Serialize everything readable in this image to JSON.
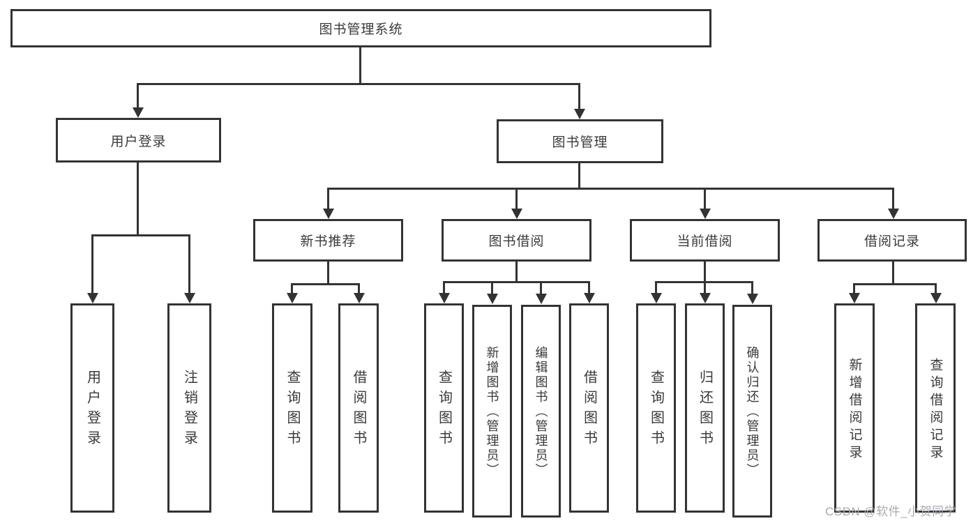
{
  "diagram": {
    "root": "图书管理系统",
    "branches": {
      "user_login": {
        "label": "用户登录",
        "children": [
          "用户登录",
          "注销登录"
        ]
      },
      "book_management": {
        "label": "图书管理",
        "sections": [
          {
            "label": "新书推荐",
            "children": [
              "查询图书",
              "借阅图书"
            ]
          },
          {
            "label": "图书借阅",
            "children": [
              "查询图书",
              "新增图书（管理员）",
              "编辑图书（管理员）",
              "借阅图书"
            ]
          },
          {
            "label": "当前借阅",
            "children": [
              "查询图书",
              "归还图书",
              "确认归还（管理员）"
            ]
          },
          {
            "label": "借阅记录",
            "children": [
              "新增借阅记录",
              "查询借阅记录"
            ]
          }
        ]
      }
    },
    "colors": {
      "line": "#333333",
      "background": "#ffffff",
      "watermark": "#a9a9b2"
    }
  },
  "watermark": "CSDN @软件_小贺同学"
}
